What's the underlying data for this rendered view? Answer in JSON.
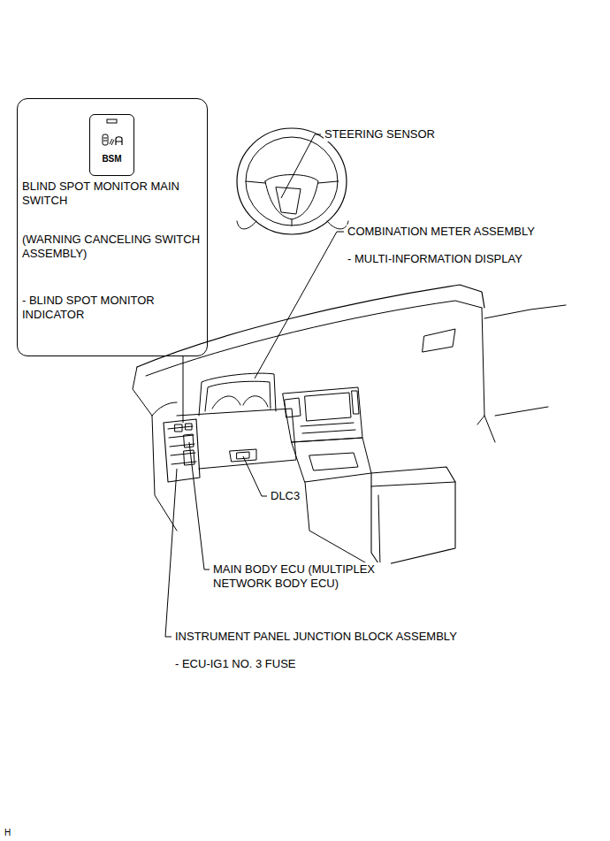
{
  "diagram": {
    "nodes": [
      {
        "text": [
          "BLIND SPOT MONITOR MAIN SWITCH",
          "(WARNING CANCELING SWITCH ASSEMBLY)",
          "- BLIND SPOT MONITOR INDICATOR"
        ]
      },
      {
        "text": [
          "BSM"
        ],
        "in": 0
      }
    ],
    "labels": [
      "STEERING SENSOR",
      "COMBINATION METER ASSEMBLY",
      "- MULTI-INFORMATION DISPLAY",
      "DLC3",
      "MAIN BODY ECU (MULTIPLEX NETWORK BODY ECU)",
      "INSTRUMENT PANEL JUNCTION BLOCK ASSEMBLY",
      "- ECU-IG1 NO. 3 FUSE",
      "H"
    ]
  }
}
